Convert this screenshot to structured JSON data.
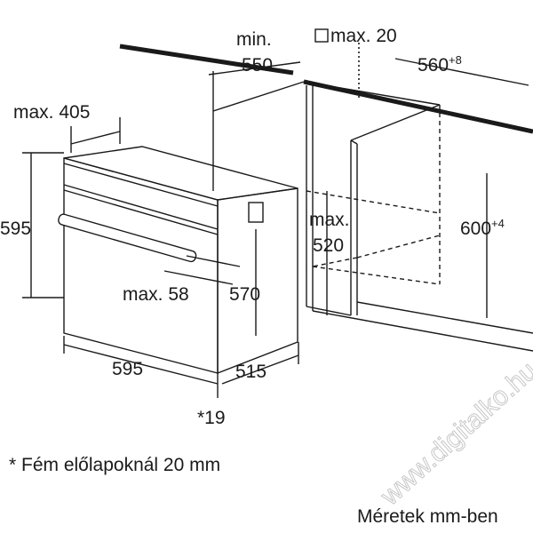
{
  "dimensions": {
    "cabinet_min_label": "min.",
    "cabinet_min_value": "550",
    "gap_max_label": "max. 20",
    "niche_width": "560",
    "niche_width_tol": "+8",
    "oven_depth_max": "max. 405",
    "oven_height": "595",
    "niche_depth_label": "max.",
    "niche_depth_value": "520",
    "niche_height": "600",
    "niche_height_tol": "+4",
    "panel_inset": "max. 58",
    "body_height": "570",
    "oven_width": "595",
    "body_depth": "515",
    "front_thickness": "*19"
  },
  "footnote": "* Fém előlapoknál 20 mm",
  "units_note": "Méretek mm-ben",
  "watermark": "www.digitalko.hu"
}
